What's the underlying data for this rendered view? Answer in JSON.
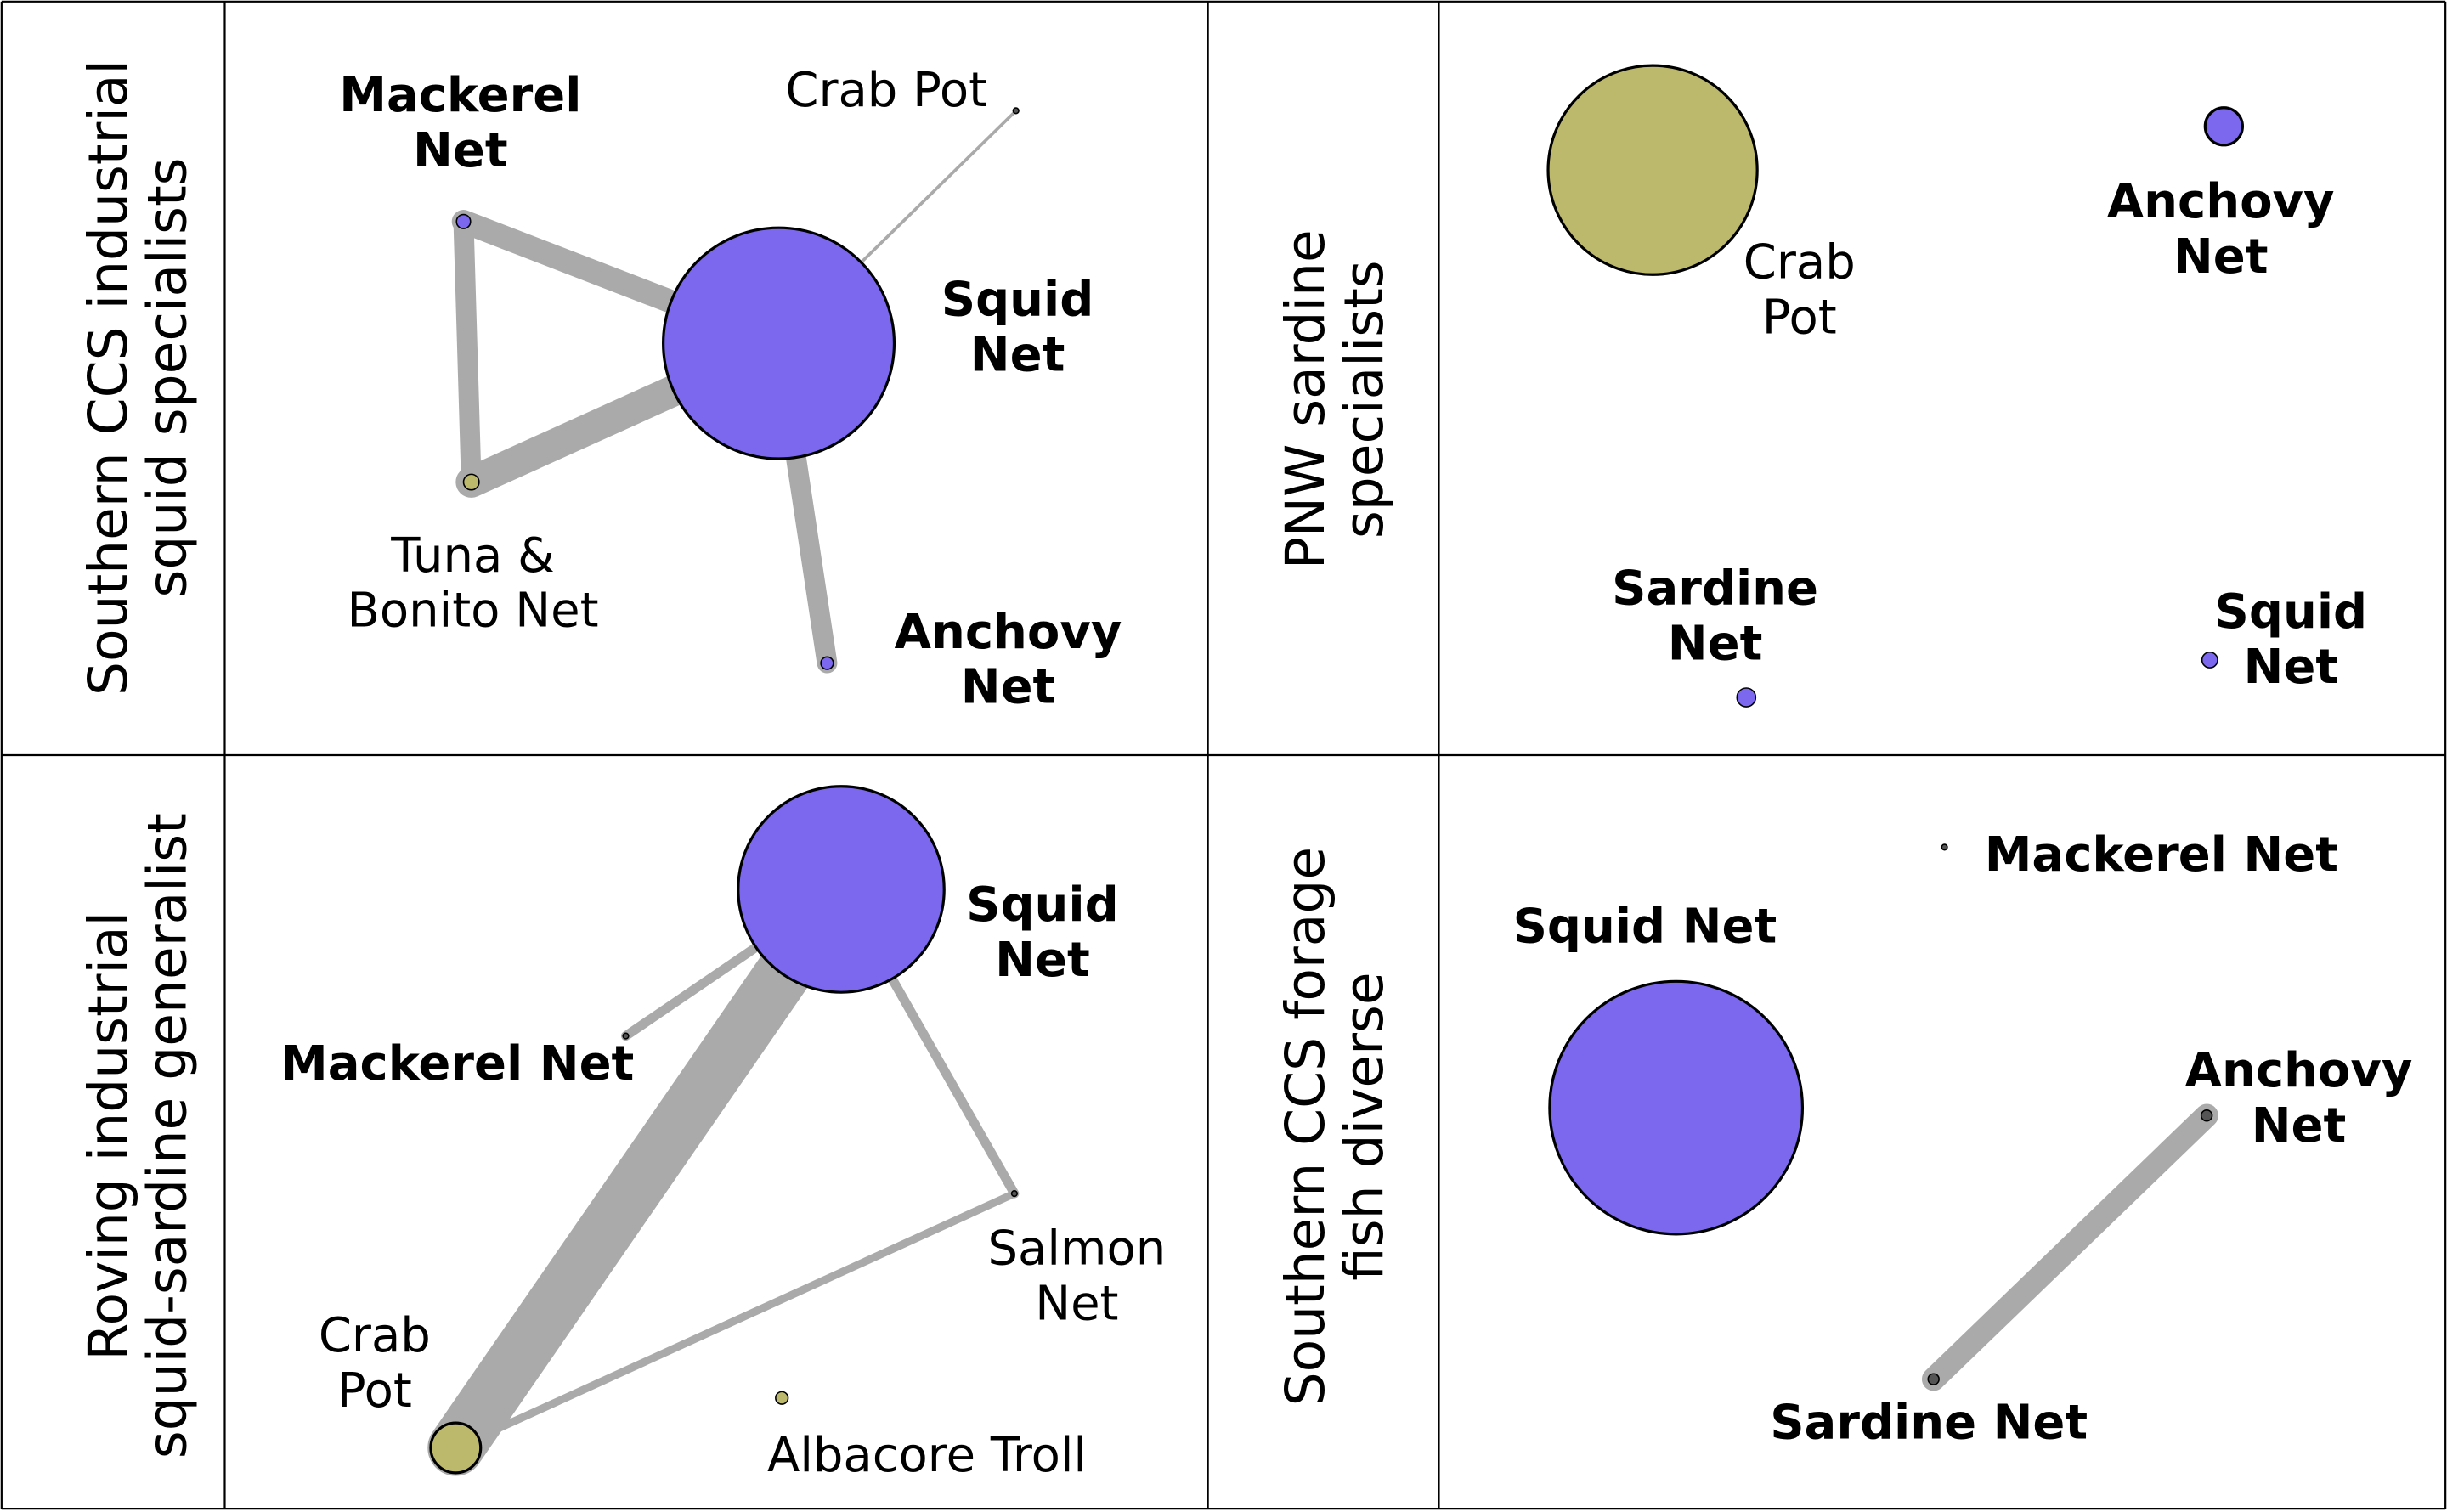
{
  "panels": [
    {
      "row_label": [
        "Southern CCS industrial",
        "squid specialists"
      ],
      "nodes": [
        {
          "id": "mackerel",
          "lines": [
            "Mackerel",
            "Net"
          ],
          "bold": true,
          "color": "#7b68ee"
        },
        {
          "id": "crab",
          "lines": [
            "Crab Pot"
          ],
          "bold": false,
          "color": "#555555"
        },
        {
          "id": "squid",
          "lines": [
            "Squid",
            "Net"
          ],
          "bold": true,
          "color": "#7b68ee"
        },
        {
          "id": "tuna",
          "lines": [
            "Tuna &",
            "Bonito Net"
          ],
          "bold": false,
          "color": "#bdb96c"
        },
        {
          "id": "anchovy",
          "lines": [
            "Anchovy",
            "Net"
          ],
          "bold": true,
          "color": "#7b68ee"
        }
      ]
    },
    {
      "row_label": [
        "PNW sardine",
        "specialists"
      ],
      "nodes": [
        {
          "id": "crab",
          "lines": [
            "Crab",
            "Pot"
          ],
          "bold": false,
          "color": "#bdb96c"
        },
        {
          "id": "anchovy",
          "lines": [
            "Anchovy",
            "Net"
          ],
          "bold": true,
          "color": "#7b68ee"
        },
        {
          "id": "sardine",
          "lines": [
            "Sardine",
            "Net"
          ],
          "bold": true,
          "color": "#7b68ee"
        },
        {
          "id": "squid",
          "lines": [
            "Squid",
            "Net"
          ],
          "bold": true,
          "color": "#7b68ee"
        }
      ]
    },
    {
      "row_label": [
        "Roving industrial",
        "squid-sardine generalist"
      ],
      "nodes": [
        {
          "id": "squid",
          "lines": [
            "Squid",
            "Net"
          ],
          "bold": true,
          "color": "#7b68ee"
        },
        {
          "id": "mackerel",
          "lines": [
            "Mackerel  Net"
          ],
          "bold": true,
          "color": "#555555"
        },
        {
          "id": "salmon",
          "lines": [
            "Salmon",
            "Net"
          ],
          "bold": false,
          "color": "#555555"
        },
        {
          "id": "crab",
          "lines": [
            "Crab",
            "Pot"
          ],
          "bold": false,
          "color": "#bdb96c"
        },
        {
          "id": "albacore",
          "lines": [
            "Albacore Troll"
          ],
          "bold": false,
          "color": "#bdb96c"
        }
      ]
    },
    {
      "row_label": [
        "Southern CCS forage",
        "fish diverse"
      ],
      "nodes": [
        {
          "id": "mackerel",
          "lines": [
            "Mackerel  Net"
          ],
          "bold": true,
          "color": "#555555"
        },
        {
          "id": "squid",
          "lines": [
            "Squid Net"
          ],
          "bold": true,
          "color": "#7b68ee"
        },
        {
          "id": "anchovy",
          "lines": [
            "Anchovy",
            "Net"
          ],
          "bold": true,
          "color": "#555555"
        },
        {
          "id": "sardine",
          "lines": [
            "Sardine Net"
          ],
          "bold": true,
          "color": "#555555"
        }
      ]
    }
  ],
  "colors": {
    "grid_line": "#000000",
    "edge": "#aaaaaa",
    "squid_fill": "#7b68ee",
    "crab_fill": "#bdb96c",
    "small_node": "#555555"
  }
}
